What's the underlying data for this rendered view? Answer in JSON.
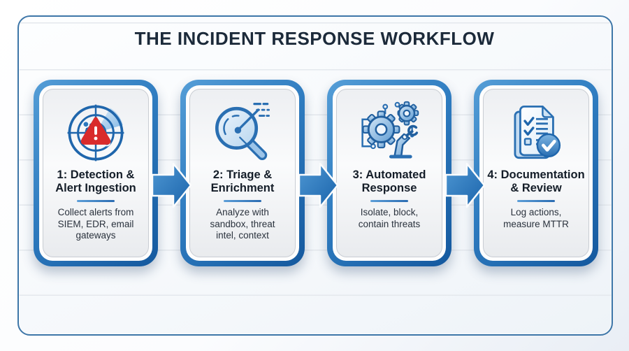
{
  "title": "THE INCIDENT RESPONSE WORKFLOW",
  "steps": [
    {
      "title": "1: Detection &\nAlert Ingestion",
      "description": "Collect alerts from\nSIEM, EDR, email\ngateways",
      "icon": "radar-alert-icon"
    },
    {
      "title": "2: Triage &\nEnrichment",
      "description": "Analyze with\nsandbox, threat\nintel, context",
      "icon": "magnifier-analysis-icon"
    },
    {
      "title": "3: Automated\nResponse",
      "description": "Isolate, block,\ncontain threats",
      "icon": "gears-robot-arm-icon"
    },
    {
      "title": "4: Documentation\n& Review",
      "description": "Log actions,\nmeasure MTTR",
      "icon": "checklist-check-icon"
    }
  ],
  "colors": {
    "accent_blue_dark": "#14589e",
    "accent_blue": "#2f7cc0",
    "accent_blue_light": "#559ed7",
    "alert_red": "#d92b2b",
    "title_text": "#1c2a3a",
    "frame_border": "#3d76a8"
  }
}
